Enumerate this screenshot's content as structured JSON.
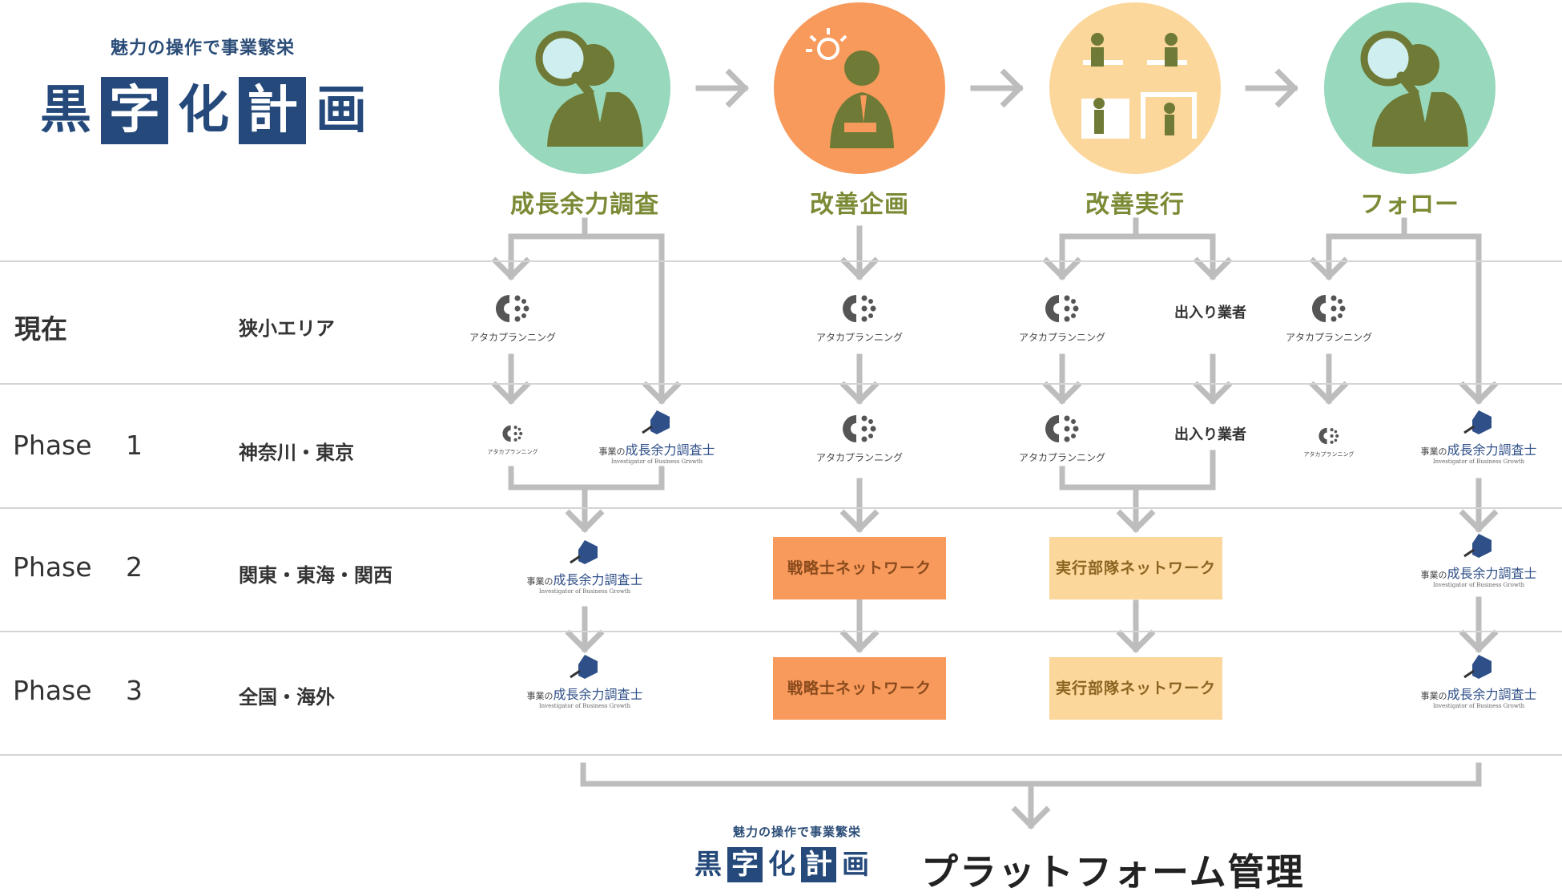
{
  "header": {
    "tagline": "魅力の操作で事業繁栄",
    "logo_chars": [
      "黒",
      "字",
      "化",
      "計",
      "画"
    ]
  },
  "steps": [
    {
      "label": "成長余力調査",
      "color": "#98d8bc",
      "icon": "magnifier-person-icon"
    },
    {
      "label": "改善企画",
      "color": "#f79a5c",
      "icon": "idea-person-icon"
    },
    {
      "label": "改善実行",
      "color": "#fbd79b",
      "icon": "team-work-icon"
    },
    {
      "label": "フォロー",
      "color": "#98d8bc",
      "icon": "magnifier-person-icon"
    }
  ],
  "rows": [
    {
      "label": "現在",
      "num": "",
      "region": "狭小エリア"
    },
    {
      "label": "Phase",
      "num": "1",
      "region": "神奈川・東京"
    },
    {
      "label": "Phase",
      "num": "2",
      "region": "関東・東海・関西"
    },
    {
      "label": "Phase",
      "num": "3",
      "region": "全国・海外"
    }
  ],
  "entities": {
    "atagaka": "アタカプランニング",
    "vendor": "出入り業者",
    "cert_prefix": "事業の",
    "cert_name": "成長余力調査士",
    "cert_en": "Investigator of Business Growth",
    "strategy_network": "戦略士ネットワーク",
    "execution_network": "実行部隊ネットワーク"
  },
  "footer": {
    "tagline": "魅力の操作で事業繁栄",
    "title": "プラットフォーム管理"
  },
  "colors": {
    "arrow": "#bdbdbd",
    "green_icon": "#6e7a35",
    "navy": "#24497a",
    "step_text": "#7a8a35"
  }
}
